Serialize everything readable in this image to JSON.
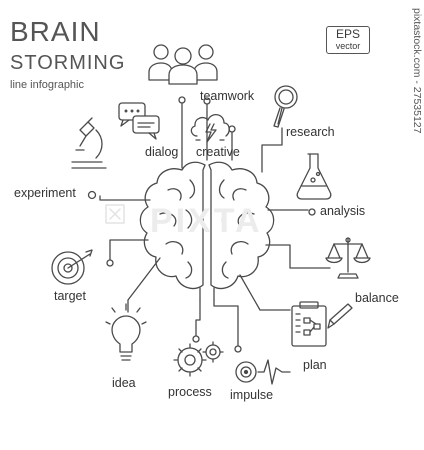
{
  "header": {
    "title_line1": "BRAIN",
    "title_line2": "STORMING",
    "subtitle": "line infographic"
  },
  "badge": {
    "line1": "EPS",
    "line2": "vector"
  },
  "side_text": "pixtastock.com - 27535127",
  "watermark": "PIXTA",
  "nodes": {
    "teamwork": "teamwork",
    "research": "research",
    "dialog": "dialog",
    "creative": "creative",
    "experiment": "experiment",
    "analysis": "analysis",
    "target": "target",
    "balance": "balance",
    "idea": "idea",
    "process": "process",
    "impulse": "impulse",
    "plan": "plan"
  }
}
